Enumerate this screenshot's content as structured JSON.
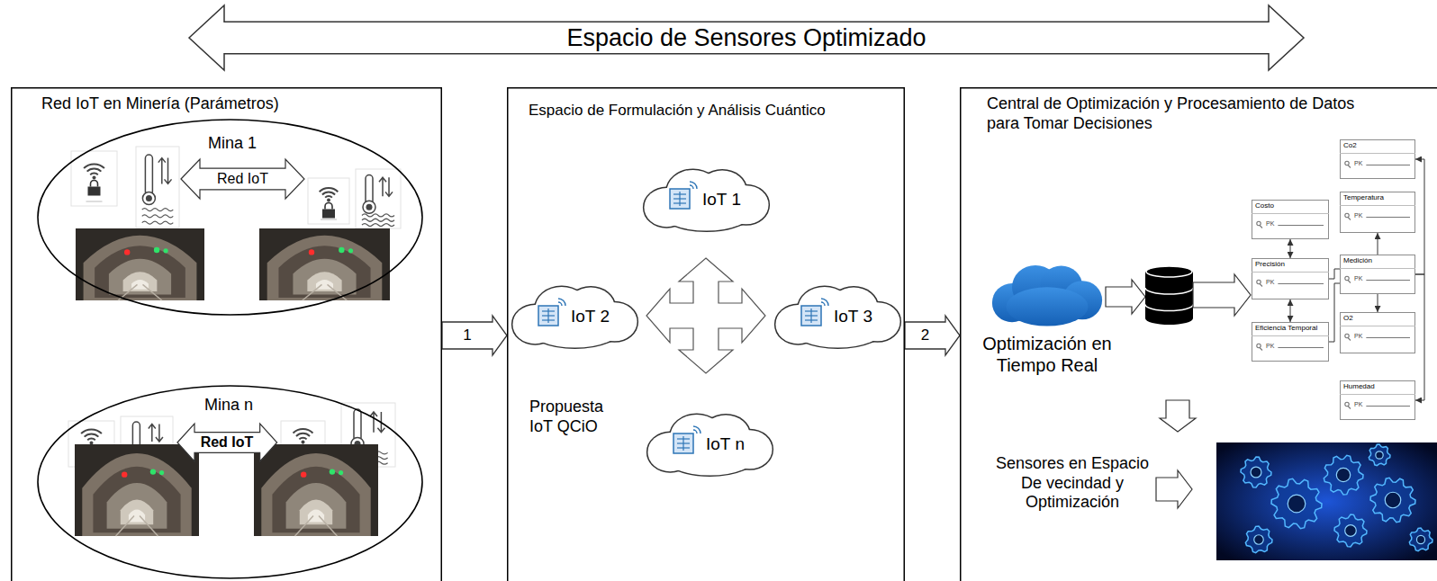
{
  "diagram": {
    "nodes": [
      {
        "text": [
          "Espacio de Sensores Optimizado"
        ]
      },
      {
        "text": [
          "Red IoT en Minería (Parámetros)"
        ]
      },
      {
        "text": [
          "Mina 1"
        ],
        "in": 1
      },
      {
        "text": [
          "Red IoT"
        ],
        "in": 2
      },
      {
        "text": [
          "Mina n"
        ],
        "in": 1
      },
      {
        "text": [
          "Red IoT"
        ],
        "in": 4
      },
      {
        "text": [
          "Espacio de Formulación y Análisis Cuántico",
          "Propuesta IoT QCiO"
        ]
      },
      {
        "text": [
          "IoT 1"
        ],
        "in": 6
      },
      {
        "text": [
          "IoT 2"
        ],
        "in": 6
      },
      {
        "text": [
          "IoT 3"
        ],
        "in": 6
      },
      {
        "text": [
          "IoT n"
        ],
        "in": 6
      },
      {
        "text": [
          "Central de Optimización y Procesamiento de Datos para Tomar Decisiones"
        ]
      },
      {
        "text": [
          "Optimización en Tiempo Real"
        ],
        "in": 11
      },
      {
        "text": [
          "Co2",
          "PK"
        ],
        "in": 11
      },
      {
        "text": [
          "Temperatura",
          "PK"
        ],
        "in": 11
      },
      {
        "text": [
          "Costo",
          "PK"
        ],
        "in": 11
      },
      {
        "text": [
          "Medición",
          "PK"
        ],
        "in": 11
      },
      {
        "text": [
          "Precisión",
          "PK"
        ],
        "in": 11
      },
      {
        "text": [
          "O2",
          "PK"
        ],
        "in": 11
      },
      {
        "text": [
          "Eficiencia Temporal",
          "PK"
        ],
        "in": 11
      },
      {
        "text": [
          "Humedad",
          "PK"
        ],
        "in": 11
      }
    ],
    "edges": [
      {
        "from": 1,
        "to": 6,
        "label": "1",
        "arrow": "to"
      },
      {
        "from": 6,
        "to": 11,
        "label": "2",
        "arrow": "to"
      },
      {
        "from": 15,
        "to": 17,
        "arrow": "both"
      },
      {
        "from": 17,
        "to": 19,
        "arrow": "both"
      },
      {
        "from": 17,
        "to": 16,
        "arrow": "none"
      },
      {
        "from": 19,
        "to": 16,
        "arrow": "none"
      },
      {
        "from": 16,
        "to": 14,
        "arrow": "to"
      },
      {
        "from": 16,
        "to": 18,
        "arrow": "to"
      },
      {
        "from": 16,
        "to": 13,
        "arrow": "to"
      },
      {
        "from": 16,
        "to": 20,
        "arrow": "to"
      }
    ],
    "labels": [
      "Sensores en Espacio De vecindad y Optimización"
    ]
  }
}
